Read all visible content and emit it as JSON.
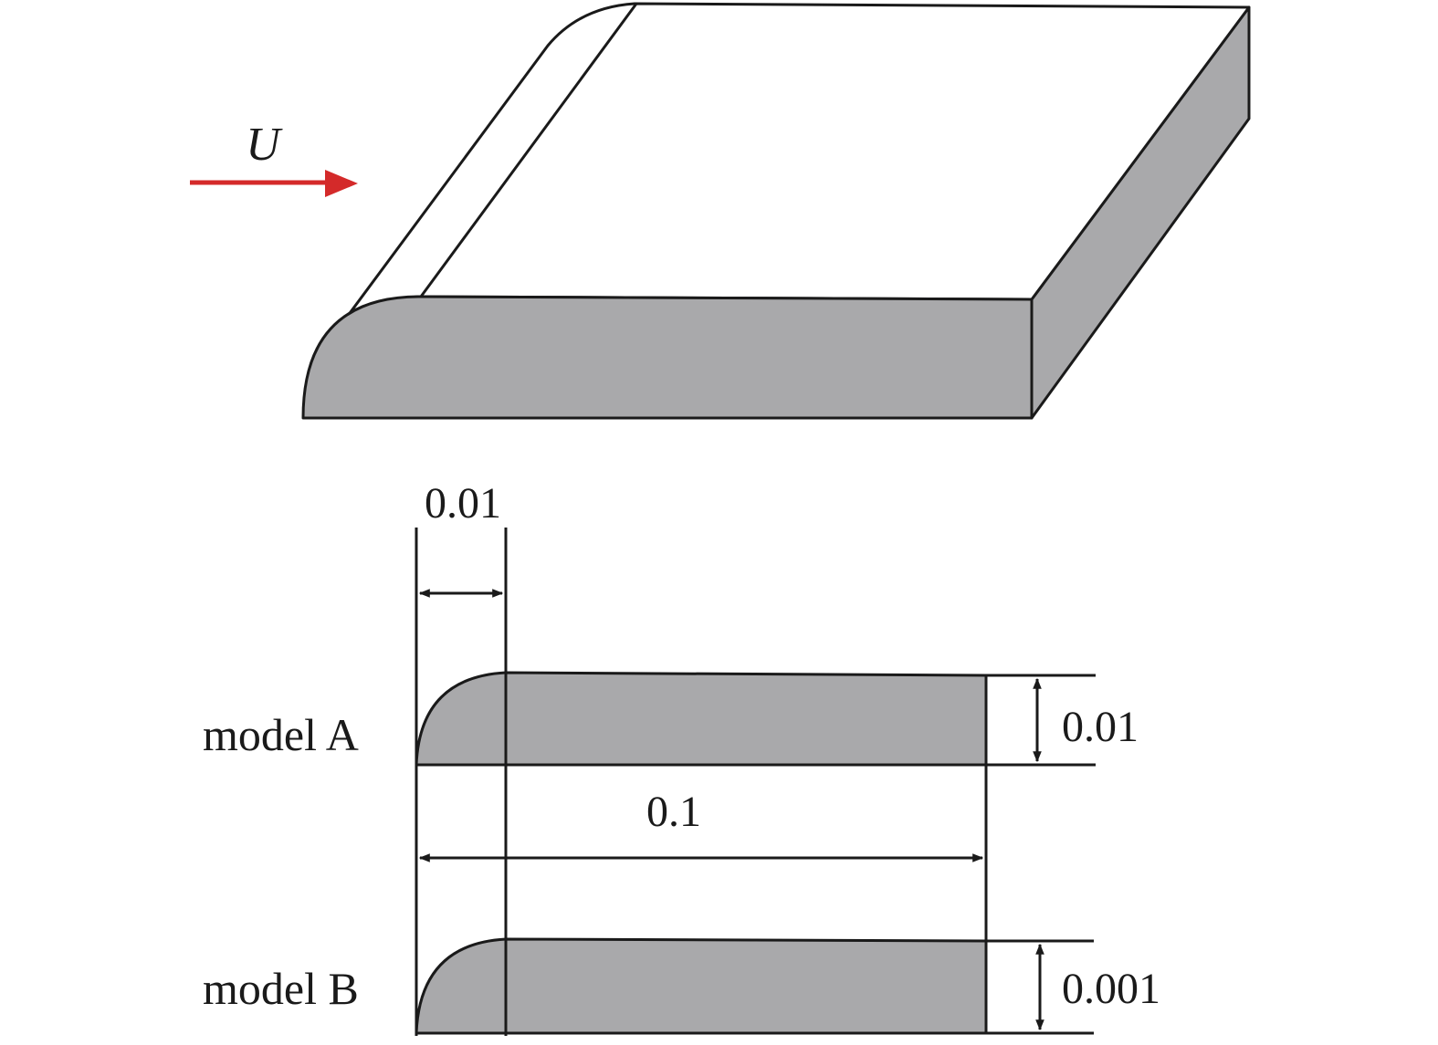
{
  "flow": {
    "symbol": "U",
    "arrow_color": "#d42a2a"
  },
  "colors": {
    "fill": "#a9a9ab",
    "stroke": "#1a1a1a"
  },
  "models": [
    {
      "label": "model A",
      "thickness": "0.01"
    },
    {
      "label": "model B",
      "thickness": "0.001"
    }
  ],
  "dimensions": {
    "nose_length": "0.01",
    "chord_length": "0.1"
  }
}
